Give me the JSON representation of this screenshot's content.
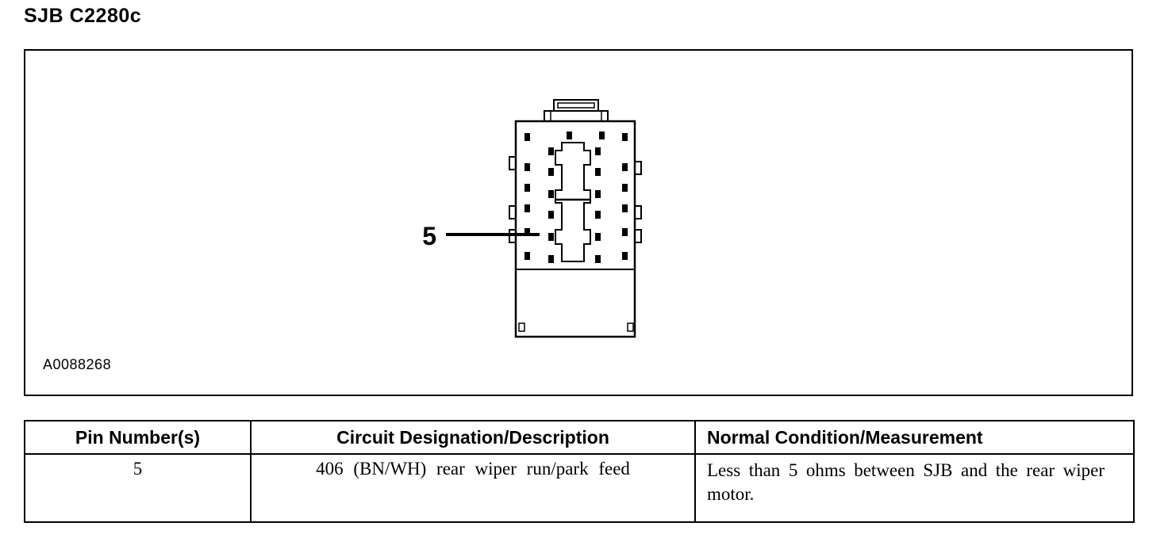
{
  "page": {
    "title": "SJB C2280c"
  },
  "figure": {
    "code": "A0088268",
    "callout_label": "5"
  },
  "table": {
    "headers": [
      "Pin Number(s)",
      "Circuit Designation/Description",
      "Normal Condition/Measurement"
    ],
    "rows": [
      {
        "pin": "5",
        "circuit": "406 (BN/WH) rear wiper run/park feed",
        "condition": "Less than 5 ohms between SJB and the rear wiper motor."
      }
    ]
  },
  "colors": {
    "ink": "#000000",
    "paper": "#ffffff"
  }
}
